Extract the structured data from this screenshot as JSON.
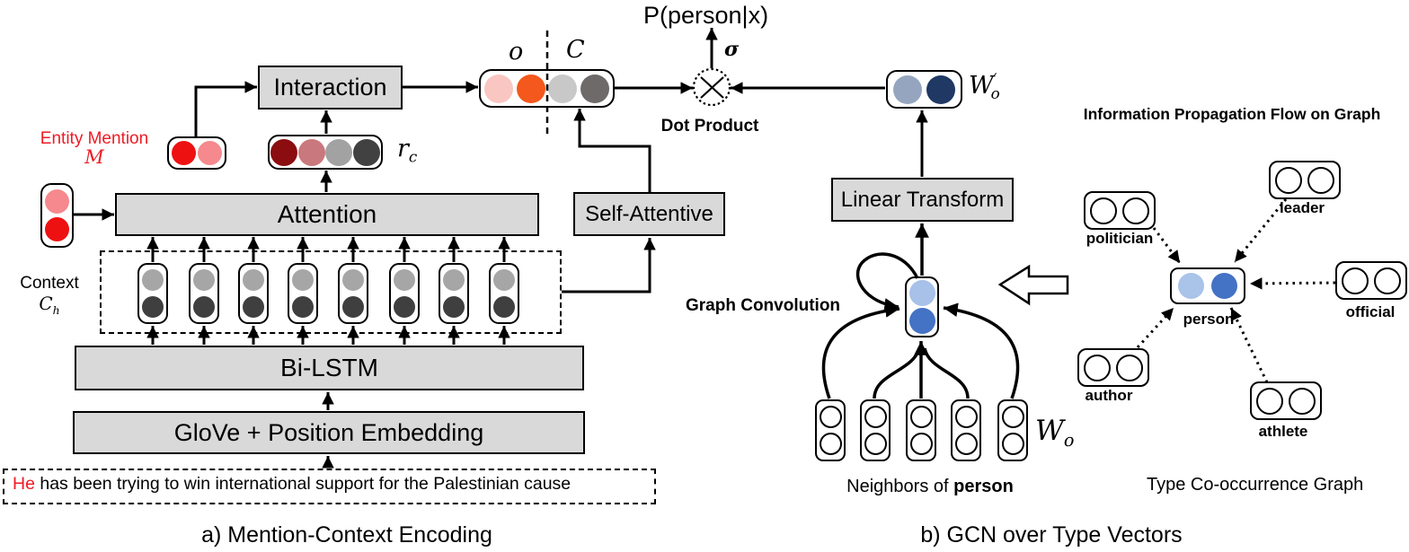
{
  "captions": {
    "left": "a) Mention-Context Encoding",
    "right": "b) GCN over Type Vectors"
  },
  "output": {
    "probability": "P(person|x)",
    "sigma": "σ",
    "dot_product_label": "Dot Product"
  },
  "left_panel": {
    "boxes": {
      "interaction": "Interaction",
      "attention": "Attention",
      "bilstm": "Bi-LSTM",
      "glove": "GloVe + Position Embedding",
      "self_attentive": "Self-Attentive"
    },
    "entity_mention": {
      "title": "Entity Mention",
      "symbol": "M"
    },
    "context_label": {
      "title": "Context",
      "symbol": "C",
      "subscript": "h"
    },
    "oc_vector": {
      "left_symbol": "o",
      "right_symbol": "C",
      "colors": [
        "#F9C6C1",
        "#F4581C",
        "#C8C8C8",
        "#6E6A6A"
      ]
    },
    "rc_vector": {
      "symbol": "r",
      "subscript": "c",
      "colors": [
        "#8B0D10",
        "#C9797D",
        "#A2A2A2",
        "#414141"
      ]
    },
    "mention_vector_h_colors": [
      "#EE1111",
      "#F5898D"
    ],
    "mention_vector_v_colors": [
      "#F5898D",
      "#EE1111"
    ],
    "context_vector_colors": [
      "#A6A6A6",
      "#3F3F3F"
    ],
    "sentence": {
      "highlight": "He",
      "rest": " has been trying to win international support for the Palestinian cause"
    }
  },
  "right_panel": {
    "linear_transform": "Linear Transform",
    "graph_convolution": "Graph Convolution",
    "gcn_vector_colors": [
      "#A7C1E8",
      "#4472C4"
    ],
    "wo_prime": {
      "symbol": "W",
      "prime": "′",
      "subscript": "o",
      "colors": [
        "#96A5BF",
        "#1F3864"
      ]
    },
    "wo": {
      "symbol": "W",
      "subscript": "o"
    },
    "neighbor_capsule_colors": [
      "outline",
      "outline"
    ],
    "neighbors_label": {
      "prefix": "Neighbors of ",
      "bold": "person"
    },
    "info_flow_title": "Information Propagation Flow on Graph",
    "type_graph_caption": "Type Co-occurrence Graph",
    "person_node": {
      "label": "person",
      "colors": [
        "#A9C3E9",
        "#4472C4"
      ]
    },
    "type_node_colors": [
      "outline",
      "outline"
    ],
    "type_nodes": {
      "politician": "politician",
      "leader": "leader",
      "official": "official",
      "author": "author",
      "athlete": "athlete"
    }
  }
}
